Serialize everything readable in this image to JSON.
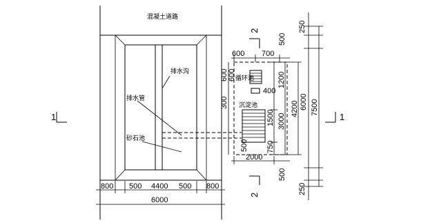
{
  "labels": {
    "road": "混凝土道路",
    "drain_channel": "排水沟",
    "drain_pipe": "排水管",
    "sand_pit": "砂石池",
    "circulation_pool": "循环池",
    "settling_pool": "沉淀池"
  },
  "section_marks": {
    "left": "1",
    "right": "1",
    "top": "2",
    "bottom": "2"
  },
  "dims_bottom": {
    "d800a": "800",
    "d500a": "500",
    "d4400": "4400",
    "d500b": "500",
    "d800b": "800",
    "total": "6000"
  },
  "dims_pool_top": {
    "d600": "600",
    "d700": "700"
  },
  "dims_pool_left": {
    "d600": "600",
    "d600b": "600",
    "d300": "300",
    "d500": "500"
  },
  "dims_pool_right": {
    "d1200": "1200",
    "d400": "400",
    "d1500": "1500",
    "d3000": "3000",
    "d750": "750",
    "d4200": "4200",
    "d6000": "6000",
    "d7500": "7500"
  },
  "dims_far_right": {
    "d250top": "250",
    "d500top": "500",
    "d500bot": "500",
    "d250bot": "250"
  },
  "dims_pool_bottom": {
    "d2000": "2000"
  }
}
